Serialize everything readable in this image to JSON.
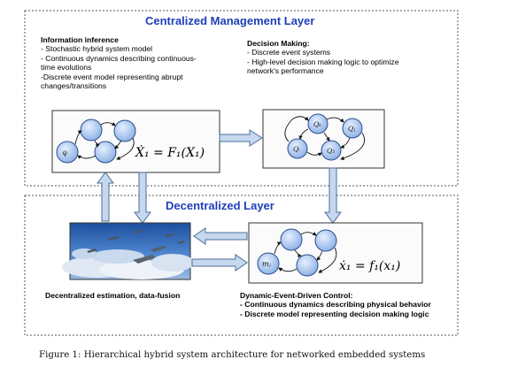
{
  "top_layer": {
    "title": "Centralized Management Layer",
    "info": {
      "heading": "Information inference",
      "lines": [
        "- Stochastic hybrid system model",
        "- Continuous dynamics describing continuous-",
        "time evolutions",
        "-Discrete event model representing abrupt",
        "changes/transitions"
      ]
    },
    "decision": {
      "heading": "Decision Making:",
      "lines": [
        "- Discrete event systems",
        "- High-level decision making logic to optimize",
        "network's performance"
      ]
    },
    "left_formula": "Ẋ₁ = F₁(X₁)",
    "left_state": "qᵢ",
    "right_states": [
      "Qₖ",
      "Qⱼ",
      "Qᵢ",
      "Q₂"
    ]
  },
  "bottom_layer": {
    "title": "Decentralized Layer",
    "left_caption": "Decentralized estimation, data-fusion",
    "right_heading": "Dynamic-Event-Driven Control:",
    "right_lines": [
      "- Continuous dynamics describing physical behavior",
      "- Discrete model representing decision making logic"
    ],
    "right_formula": "ẋ₁ = f₁(x₁)",
    "right_state": "mⱼ"
  },
  "figure_caption": "Figure 1: Hierarchical hybrid system architecture for networked embedded systems",
  "colors": {
    "heading": "#1f3fb8",
    "node_fill": "#b9d4f5",
    "node_stroke": "#2b4f8e",
    "arrow_fill": "#c7d8ee",
    "arrow_stroke": "#4a6e9c",
    "sky": "#2c63b6"
  }
}
